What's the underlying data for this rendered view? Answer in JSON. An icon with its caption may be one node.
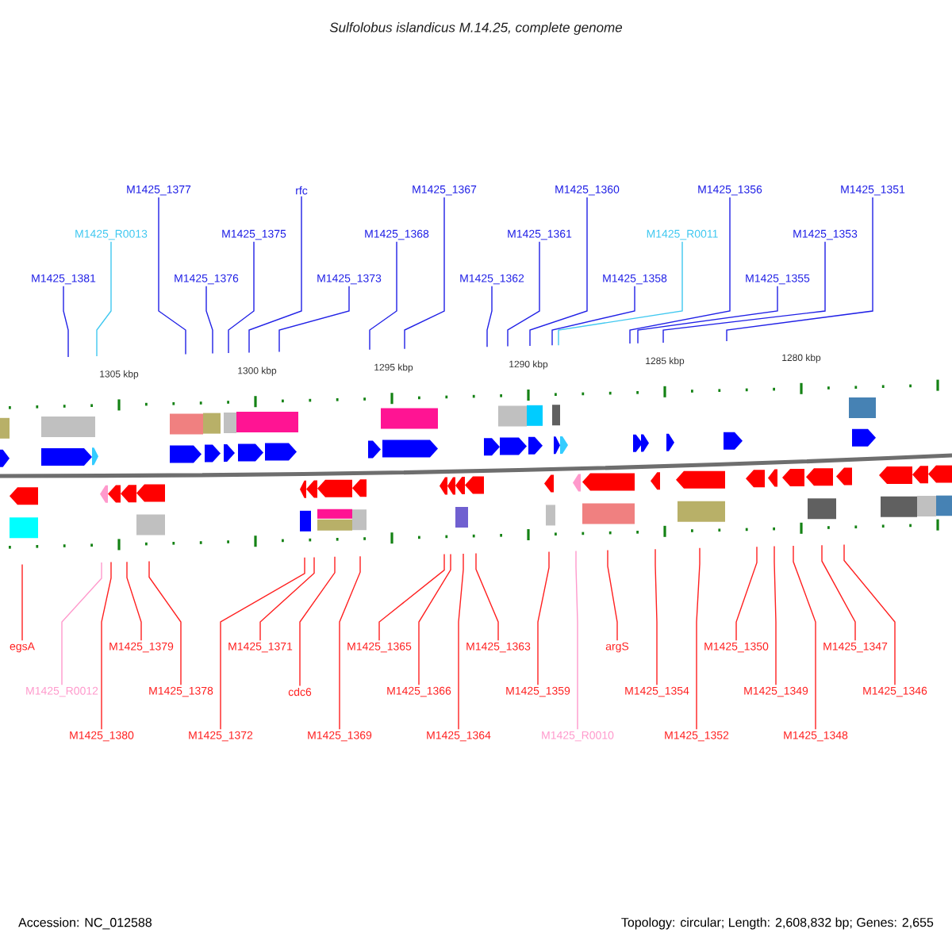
{
  "diagram": {
    "title": "Sulfolobus islandicus M.14.25, complete genome",
    "nodes": [
      {
        "text": [
          "M1425_1381"
        ]
      },
      {
        "text": [
          "M1425_R0013"
        ]
      },
      {
        "text": [
          "M1425_1377"
        ]
      },
      {
        "text": [
          "M1425_1376"
        ]
      },
      {
        "text": [
          "M1425_1375"
        ]
      },
      {
        "text": [
          "rfc"
        ]
      },
      {
        "text": [
          "M1425_1373"
        ]
      },
      {
        "text": [
          "M1425_1368"
        ]
      },
      {
        "text": [
          "M1425_1367"
        ]
      },
      {
        "text": [
          "M1425_1362"
        ]
      },
      {
        "text": [
          "M1425_1361"
        ]
      },
      {
        "text": [
          "M1425_1360"
        ]
      },
      {
        "text": [
          "M1425_1358"
        ]
      },
      {
        "text": [
          "M1425_R0011"
        ]
      },
      {
        "text": [
          "M1425_1356"
        ]
      },
      {
        "text": [
          "M1425_1355"
        ]
      },
      {
        "text": [
          "M1425_1353"
        ]
      },
      {
        "text": [
          "M1425_1351"
        ]
      },
      {
        "text": [
          "egsA"
        ]
      },
      {
        "text": [
          "M1425_R0012"
        ]
      },
      {
        "text": [
          "M1425_1380"
        ]
      },
      {
        "text": [
          "M1425_1379"
        ]
      },
      {
        "text": [
          "M1425_1378"
        ]
      },
      {
        "text": [
          "M1425_1372"
        ]
      },
      {
        "text": [
          "M1425_1371"
        ]
      },
      {
        "text": [
          "cdc6"
        ]
      },
      {
        "text": [
          "M1425_1369"
        ]
      },
      {
        "text": [
          "M1425_1365"
        ]
      },
      {
        "text": [
          "M1425_1366"
        ]
      },
      {
        "text": [
          "M1425_1364"
        ]
      },
      {
        "text": [
          "M1425_1363"
        ]
      },
      {
        "text": [
          "M1425_1359"
        ]
      },
      {
        "text": [
          "M1425_R0010"
        ]
      },
      {
        "text": [
          "argS"
        ]
      },
      {
        "text": [
          "M1425_1354"
        ]
      },
      {
        "text": [
          "M1425_1352"
        ]
      },
      {
        "text": [
          "M1425_1350"
        ]
      },
      {
        "text": [
          "M1425_1349"
        ]
      },
      {
        "text": [
          "M1425_1348"
        ]
      },
      {
        "text": [
          "M1425_1347"
        ]
      },
      {
        "text": [
          "M1425_1346"
        ]
      }
    ],
    "edges": [
      {
        "from": 0,
        "to": null,
        "arrow": "none",
        "color": "#2020e6"
      },
      {
        "from": 1,
        "to": null,
        "arrow": "none",
        "color": "#40c8f0"
      },
      {
        "from": 2,
        "to": null,
        "arrow": "none",
        "color": "#2020e6"
      },
      {
        "from": 3,
        "to": null,
        "arrow": "none",
        "color": "#2020e6"
      },
      {
        "from": 4,
        "to": null,
        "arrow": "none",
        "color": "#2020e6"
      },
      {
        "from": 5,
        "to": null,
        "arrow": "none",
        "color": "#2020e6"
      },
      {
        "from": 6,
        "to": null,
        "arrow": "none",
        "color": "#2020e6"
      },
      {
        "from": 7,
        "to": null,
        "arrow": "none",
        "color": "#2020e6"
      },
      {
        "from": 8,
        "to": null,
        "arrow": "none",
        "color": "#2020e6"
      },
      {
        "from": 9,
        "to": null,
        "arrow": "none",
        "color": "#2020e6"
      },
      {
        "from": 10,
        "to": null,
        "arrow": "none",
        "color": "#2020e6"
      },
      {
        "from": 11,
        "to": null,
        "arrow": "none",
        "color": "#2020e6"
      },
      {
        "from": 12,
        "to": null,
        "arrow": "none",
        "color": "#2020e6"
      },
      {
        "from": 13,
        "to": null,
        "arrow": "none",
        "color": "#40c8f0"
      },
      {
        "from": 14,
        "to": null,
        "arrow": "none",
        "color": "#2020e6"
      },
      {
        "from": 15,
        "to": null,
        "arrow": "none",
        "color": "#2020e6"
      },
      {
        "from": 16,
        "to": null,
        "arrow": "none",
        "color": "#2020e6"
      },
      {
        "from": 17,
        "to": null,
        "arrow": "none",
        "color": "#2020e6"
      },
      {
        "from": 18,
        "to": null,
        "arrow": "none"
      },
      {
        "from": 19,
        "to": null,
        "arrow": "none",
        "color": "#ff99cc"
      },
      {
        "from": 20,
        "to": null,
        "arrow": "none"
      },
      {
        "from": 21,
        "to": null,
        "arrow": "none"
      },
      {
        "from": 22,
        "to": null,
        "arrow": "none"
      },
      {
        "from": 23,
        "to": null,
        "arrow": "none"
      },
      {
        "from": 24,
        "to": null,
        "arrow": "none"
      },
      {
        "from": 25,
        "to": null,
        "arrow": "none"
      },
      {
        "from": 26,
        "to": null,
        "arrow": "none"
      },
      {
        "from": 27,
        "to": null,
        "arrow": "none"
      },
      {
        "from": 28,
        "to": null,
        "arrow": "none"
      },
      {
        "from": 29,
        "to": null,
        "arrow": "none"
      },
      {
        "from": 30,
        "to": null,
        "arrow": "none"
      },
      {
        "from": 31,
        "to": null,
        "arrow": "none"
      },
      {
        "from": 32,
        "to": null,
        "arrow": "none",
        "color": "#ff99cc"
      },
      {
        "from": 33,
        "to": null,
        "arrow": "none"
      },
      {
        "from": 34,
        "to": null,
        "arrow": "none"
      },
      {
        "from": 35,
        "to": null,
        "arrow": "none"
      },
      {
        "from": 36,
        "to": null,
        "arrow": "none"
      },
      {
        "from": 37,
        "to": null,
        "arrow": "none"
      },
      {
        "from": 38,
        "to": null,
        "arrow": "none"
      },
      {
        "from": 39,
        "to": null,
        "arrow": "none"
      },
      {
        "from": 40,
        "to": null,
        "arrow": "none"
      }
    ],
    "labels": [
      "1305 kbp",
      "1300 kbp",
      "1295 kbp",
      "1290 kbp",
      "1285 kbp",
      "1280 kbp",
      "Accession: NC_012588",
      "Topology: circular; Length: 2,608,832 bp; Genes: 2,655"
    ]
  }
}
